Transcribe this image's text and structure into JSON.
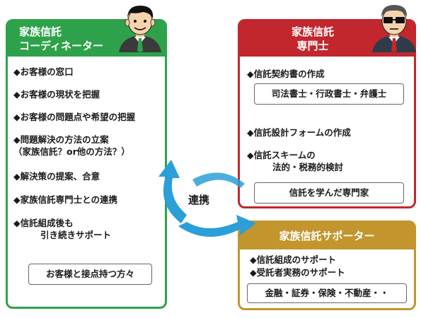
{
  "coordinator": {
    "title_line1": "家族信託",
    "title_line2": "コーディネーター",
    "items": [
      {
        "line1": "◆お客様の窓口"
      },
      {
        "line1": "◆お客様の現状を把握"
      },
      {
        "line1": "◆お客様の問題点や希望の把握"
      },
      {
        "line1": "◆問題解決の方法の立案",
        "line2": "（家族信託？or他の方法？）"
      },
      {
        "line1": "◆解決策の提案、合意"
      },
      {
        "line1": "◆家族信託専門士との連携"
      },
      {
        "line1": "◆信託組成後も",
        "line2": "引き続きサポート"
      }
    ],
    "footer_box": "お客様と接点持つ方々"
  },
  "specialist": {
    "title_line1": "家族信託",
    "title_line2": "専門士",
    "item1": "◆信託契約書の作成",
    "box1": "司法書士・行政書士・弁護士",
    "item2": "◆信託設計フォームの作成",
    "item3_line1": "◆信託スキームの",
    "item3_line2": "法的・税務的検討",
    "box2": "信託を学んだ専門家"
  },
  "supporter": {
    "title": "家族信託サポーター",
    "item1": "◆信託組成のサポート",
    "item2": "◆受託者実務のサポート",
    "box": "金融・証券・保険・不動産・・"
  },
  "link_label": "連携",
  "colors": {
    "coordinator": "#2ea24a",
    "specialist": "#c1272d",
    "supporter": "#c3952d",
    "arrow": "#2a9fd8"
  }
}
